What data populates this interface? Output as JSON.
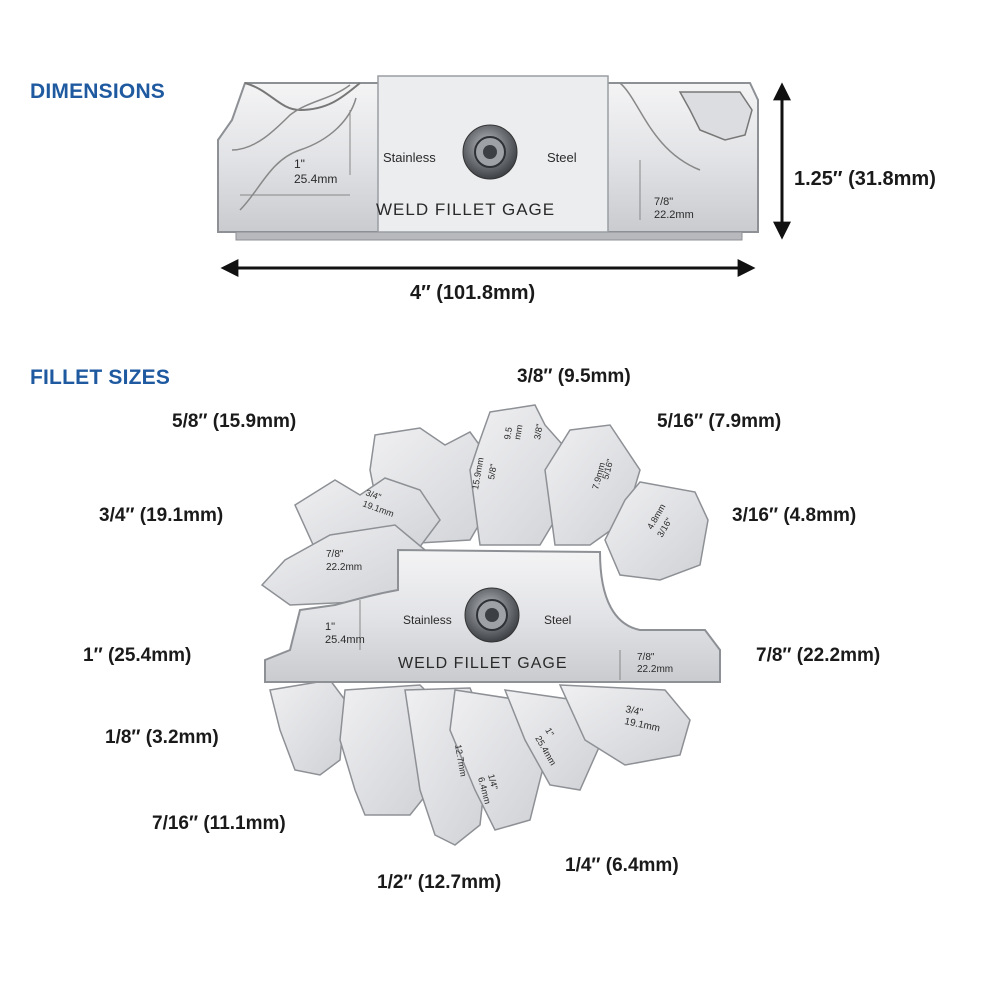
{
  "sections": {
    "dimensions_title": "DIMENSIONS",
    "fillet_sizes_title": "FILLET SIZES"
  },
  "dimensions": {
    "height": "1.25″ (31.8mm)",
    "width": "4″ (101.8mm)"
  },
  "gauge": {
    "title": "WELD FILLET GAGE",
    "material_left": "Stainless",
    "material_right": "Steel",
    "left_size_in": "1\"",
    "left_size_mm": "25.4mm",
    "right_size_in": "7/8\"",
    "right_size_mm": "22.2mm"
  },
  "fillet_labels": [
    "3/8″ (9.5mm)",
    "5/8″ (15.9mm)",
    "5/16″ (7.9mm)",
    "3/4″ (19.1mm)",
    "3/16″ (4.8mm)",
    "1″ (25.4mm)",
    "7/8″ (22.2mm)",
    "1/8″ (3.2mm)",
    "7/16″ (11.1mm)",
    "1/2″ (12.7mm)",
    "1/4″ (6.4mm)"
  ],
  "blade_marks": {
    "b38": [
      "9.5",
      "mm",
      "3/8\""
    ],
    "b58": [
      "15.9mm",
      "5/8\""
    ],
    "b516": [
      "7.9mm",
      "5/16\""
    ],
    "b34": [
      "3/4\"",
      "19.1mm"
    ],
    "b316": [
      "4.8mm",
      "3/16\""
    ],
    "b78": [
      "7/8\"",
      "22.2mm"
    ],
    "b1": [
      "1\"",
      "25.4mm"
    ],
    "b14": [
      "1/4\"",
      "6.4mm"
    ],
    "b12": [
      "12.7mm"
    ],
    "b34low": [
      "3/4\"",
      "19.1mm"
    ],
    "b1low": [
      "1\"",
      "25.4mm"
    ]
  },
  "colors": {
    "heading": "#1f5aa0",
    "metal_light": "#e9eaec",
    "metal_dark": "#9a9da2"
  }
}
